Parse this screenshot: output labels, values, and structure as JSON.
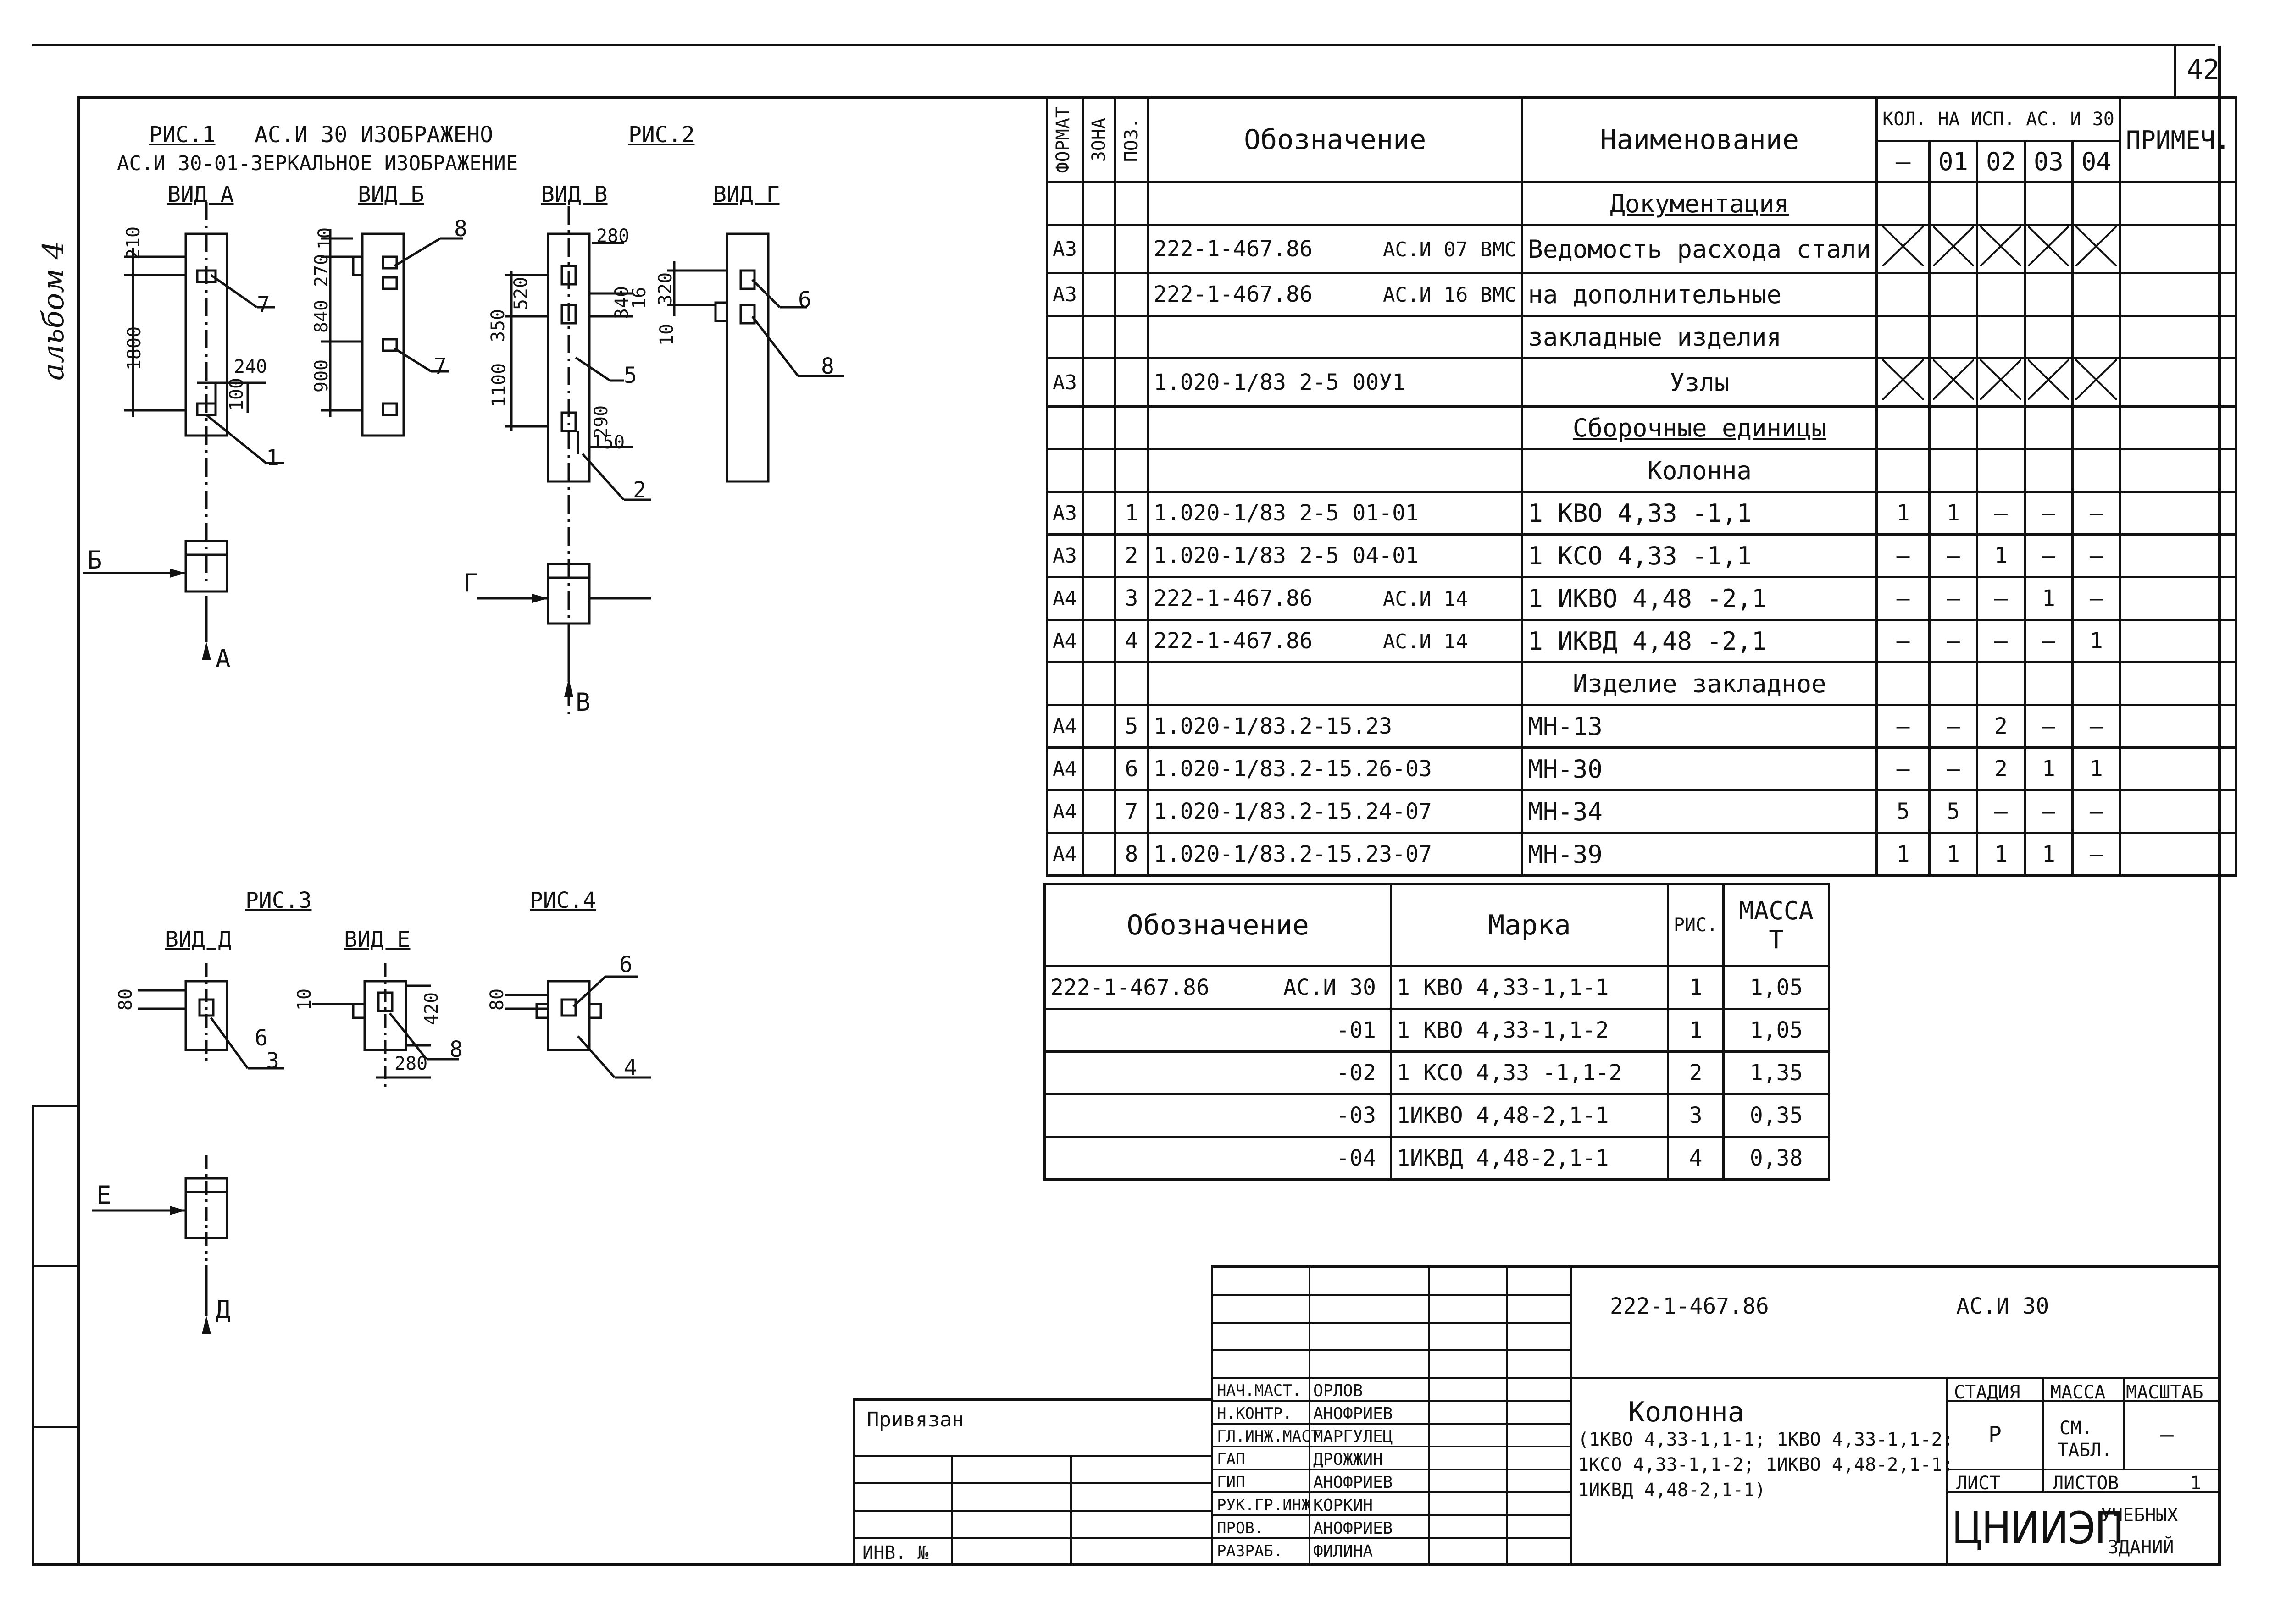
{
  "sheet_number": "42",
  "album_label": "альбом 4",
  "figures": {
    "fig1_title": "РИС.1",
    "fig1_note_line1": "АС.И 30  ИЗОБРАЖЕНО",
    "fig1_note_line2": "АС.И 30-01-ЗЕРКАЛЬНОЕ  ИЗОБРАЖЕНИЕ",
    "fig2_title": "РИС.2",
    "fig3_title": "РИС.3",
    "fig4_title": "РИС.4",
    "view_a": "ВИД А",
    "view_b": "ВИД Б",
    "view_v": "ВИД В",
    "view_g": "ВИД Г",
    "view_d": "ВИД Д",
    "view_e": "ВИД Е",
    "arrow_b": "Б",
    "arrow_a": "А",
    "arrow_g": "Г",
    "arrow_v": "В",
    "arrow_e": "Е",
    "arrow_d": "Д",
    "dims": {
      "a_210": "210",
      "a_1800": "1800",
      "a_240": "240",
      "a_100": "100",
      "b_10": "10",
      "b_270": "270",
      "b_840": "840",
      "b_900": "900",
      "v_280": "280",
      "v_520": "520",
      "v_350": "350",
      "v_340": "340",
      "v_16": "16",
      "v_1100": "1100",
      "v_290": "290",
      "v_150": "150",
      "g_320": "320",
      "g_10": "10",
      "d_80": "80",
      "e_10": "10",
      "e_420": "420",
      "e_280": "280",
      "f4_80": "80"
    },
    "callouts": {
      "c7a": "7",
      "c1": "1",
      "c8b": "8",
      "c7b": "7",
      "c5": "5",
      "c2": "2",
      "c6g": "6",
      "c8g": "8",
      "c6d": "6",
      "c3": "3",
      "c8e": "8",
      "c6f": "6",
      "c4": "4"
    }
  },
  "spec_table": {
    "headers": {
      "format": "ФОРМАТ",
      "zone": "ЗОНА",
      "pos": "ПОЗ.",
      "designation": "Обозначение",
      "name": "Наименование",
      "qty": "КОЛ. НА ИСП. АС. И 30",
      "qty_cols": [
        "—",
        "01",
        "02",
        "03",
        "04"
      ],
      "note": "ПРИМЕЧ."
    },
    "rows": [
      {
        "format": "",
        "pos": "",
        "designation": "",
        "name": "Документация",
        "section": true,
        "q": [
          "",
          "",
          "",
          "",
          ""
        ]
      },
      {
        "format": "А3",
        "pos": "",
        "designation": "222-1-467.86",
        "designation2": "АС.И 07 ВМС",
        "name": "Ведомость  расхода стали",
        "q": [
          "x",
          "x",
          "x",
          "x",
          "x"
        ]
      },
      {
        "format": "А3",
        "pos": "",
        "designation": "222-1-467.86",
        "designation2": "АС.И 16 ВМС",
        "name": "на  дополнительные",
        "q": [
          "",
          "",
          "",
          "",
          ""
        ]
      },
      {
        "format": "",
        "pos": "",
        "designation": "",
        "designation2": "",
        "name": "закладные  изделия",
        "q": [
          "",
          "",
          "",
          "",
          ""
        ]
      },
      {
        "format": "А3",
        "pos": "",
        "designation": "1.020-1/83  2-5  00У1",
        "designation2": "",
        "name": "Узлы",
        "q": [
          "x",
          "x",
          "x",
          "x",
          "x"
        ]
      },
      {
        "format": "",
        "pos": "",
        "designation": "",
        "name": "Сборочные  единицы",
        "section": true,
        "q": [
          "",
          "",
          "",
          "",
          ""
        ]
      },
      {
        "format": "",
        "pos": "",
        "designation": "",
        "name": "Колонна",
        "q": [
          "",
          "",
          "",
          "",
          ""
        ]
      },
      {
        "format": "А3",
        "pos": "1",
        "designation": "1.020-1/83  2-5  01-01",
        "designation2": "",
        "name": "1 КВО 4,33 -1,1",
        "q": [
          "1",
          "1",
          "—",
          "—",
          "—"
        ]
      },
      {
        "format": "А3",
        "pos": "2",
        "designation": "1.020-1/83  2-5  04-01",
        "designation2": "",
        "name": "1 КСО 4,33 -1,1",
        "q": [
          "—",
          "—",
          "1",
          "—",
          "—"
        ]
      },
      {
        "format": "А4",
        "pos": "3",
        "designation": "222-1-467.86",
        "designation2": "АС.И 14",
        "name": "1 ИКВО 4,48 -2,1",
        "q": [
          "—",
          "—",
          "—",
          "1",
          "—"
        ]
      },
      {
        "format": "А4",
        "pos": "4",
        "designation": "222-1-467.86",
        "designation2": "АС.И 14",
        "name": "1 ИКВД 4,48 -2,1",
        "q": [
          "—",
          "—",
          "—",
          "—",
          "1"
        ]
      },
      {
        "format": "",
        "pos": "",
        "designation": "",
        "name": "Изделие  закладное",
        "q": [
          "",
          "",
          "",
          "",
          ""
        ]
      },
      {
        "format": "А4",
        "pos": "5",
        "designation": "1.020-1/83.2-15.23",
        "designation2": "",
        "name": "МН-13",
        "q": [
          "—",
          "—",
          "2",
          "—",
          "—"
        ]
      },
      {
        "format": "А4",
        "pos": "6",
        "designation": "1.020-1/83.2-15.26-03",
        "designation2": "",
        "name": "МН-30",
        "q": [
          "—",
          "—",
          "2",
          "1",
          "1"
        ]
      },
      {
        "format": "А4",
        "pos": "7",
        "designation": "1.020-1/83.2-15.24-07",
        "designation2": "",
        "name": "МН-34",
        "q": [
          "5",
          "5",
          "—",
          "—",
          "—"
        ]
      },
      {
        "format": "А4",
        "pos": "8",
        "designation": "1.020-1/83.2-15.23-07",
        "designation2": "",
        "name": "МН-39",
        "q": [
          "1",
          "1",
          "1",
          "1",
          "—"
        ]
      }
    ]
  },
  "mass_table": {
    "headers": {
      "designation": "Обозначение",
      "mark": "Марка",
      "fig": "РИС.",
      "mass": "МАССА",
      "mass_unit": "Т"
    },
    "rows": [
      {
        "designation": "222-1-467.86",
        "designation2": "АС.И 30",
        "mark": "1 КВО 4,33-1,1-1",
        "fig": "1",
        "mass": "1,05"
      },
      {
        "designation": "",
        "designation2": "-01",
        "mark": "1 КВО 4,33-1,1-2",
        "fig": "1",
        "mass": "1,05"
      },
      {
        "designation": "",
        "designation2": "-02",
        "mark": "1 КСО 4,33 -1,1-2",
        "fig": "2",
        "mass": "1,35"
      },
      {
        "designation": "",
        "designation2": "-03",
        "mark": "1ИКВО 4,48-2,1-1",
        "fig": "3",
        "mass": "0,35"
      },
      {
        "designation": "",
        "designation2": "-04",
        "mark": "1ИКВД 4,48-2,1-1",
        "fig": "4",
        "mass": "0,38"
      }
    ]
  },
  "title_block": {
    "doc_code": "222-1-467.86",
    "doc_sheet": "АС.И 30",
    "roles": [
      {
        "role": "НАЧ.МАСТ.",
        "name": "ОРЛОВ"
      },
      {
        "role": "Н.КОНТР.",
        "name": "АНОФРИЕВ"
      },
      {
        "role": "ГЛ.ИНЖ.МАСТ",
        "name": "МАРГУЛЕЦ"
      },
      {
        "role": "ГАП",
        "name": "ДРОЖЖИН"
      },
      {
        "role": "ГИП",
        "name": "АНОФРИЕВ"
      },
      {
        "role": "РУК.ГР.ИНЖ",
        "name": "КОРКИН"
      },
      {
        "role": "ПРОВ.",
        "name": "АНОФРИЕВ"
      },
      {
        "role": "РАЗРАБ.",
        "name": "ФИЛИНА"
      }
    ],
    "item_name": "Колонна",
    "item_desc1": "(1КВО 4,33-1,1-1; 1КВО 4,33-1,1-2;",
    "item_desc2": "1КСО 4,33-1,1-2; 1ИКВО 4,48-2,1-1;",
    "item_desc3": "1ИКВД 4,48-2,1-1)",
    "stage_label": "СТАДИЯ",
    "mass_label": "МАССА",
    "scale_label": "МАСШТАБ",
    "stage_value": "Р",
    "mass_value1": "СМ.",
    "mass_value2": "ТАБЛ.",
    "scale_value": "—",
    "sheet_label": "ЛИСТ",
    "sheets_label": "ЛИСТОВ",
    "sheets_value": "1",
    "org_logo": "ЦНИИЭП",
    "org_line1": "УЧЕБНЫХ",
    "org_line2": "ЗДАНИЙ",
    "bound_label": "Привязан",
    "inv_label": "ИНВ. №"
  }
}
